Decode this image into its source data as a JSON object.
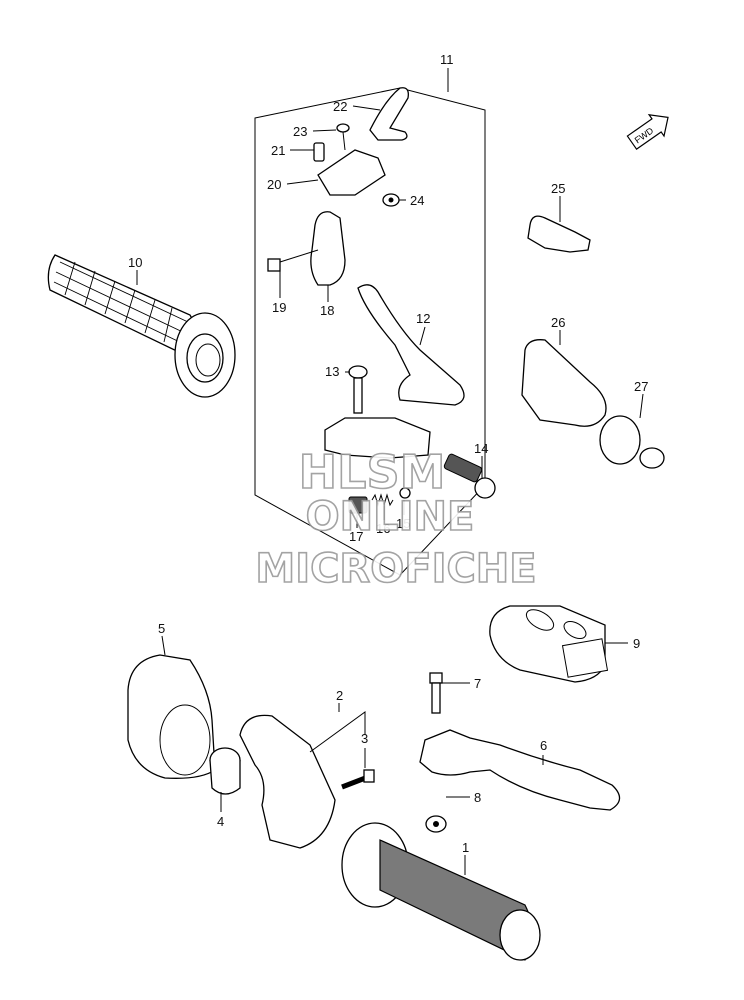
{
  "callouts": {
    "p1": "1",
    "p2": "2",
    "p3": "3",
    "p4": "4",
    "p5": "5",
    "p6": "6",
    "p7": "7",
    "p8": "8",
    "p9": "9",
    "p10": "10",
    "p11": "11",
    "p12": "12",
    "p13": "13",
    "p14": "14",
    "p15": "15",
    "p16": "16",
    "p17": "17",
    "p18": "18",
    "p19": "19",
    "p20": "20",
    "p21": "21",
    "p22": "22",
    "p23": "23",
    "p24": "24",
    "p25": "25",
    "p26": "26",
    "p27": "27"
  },
  "fwd_label": "FWD",
  "watermark": {
    "line1": "HLSM",
    "line2": "ONLINE",
    "line3": "MICROFICHE"
  }
}
